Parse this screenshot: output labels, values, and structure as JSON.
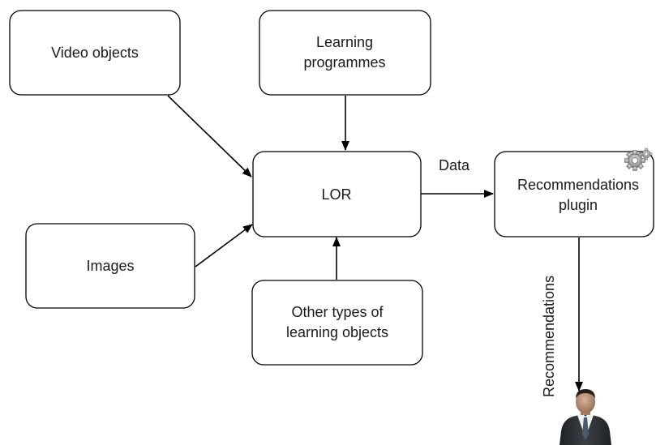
{
  "diagram": {
    "nodes": {
      "video_objects": {
        "label": "Video objects"
      },
      "learning_programmes": {
        "line1": "Learning",
        "line2": "programmes"
      },
      "lor": {
        "label": "LOR"
      },
      "images": {
        "label": "Images"
      },
      "other_types": {
        "line1": "Other types of",
        "line2": "learning objects"
      },
      "recommendations_plugin": {
        "line1": "Recommendations",
        "line2": "plugin"
      }
    },
    "edges": {
      "data_label": "Data",
      "recommendations_label": "Recommendations"
    },
    "icons": {
      "plugin": "gear-icon",
      "user": "person-icon"
    },
    "colors": {
      "stroke": "#000000",
      "box_fill": "#ffffff",
      "text": "#1a1a1a",
      "gear": "#9a9a9a",
      "suit": "#2b2f33"
    }
  }
}
